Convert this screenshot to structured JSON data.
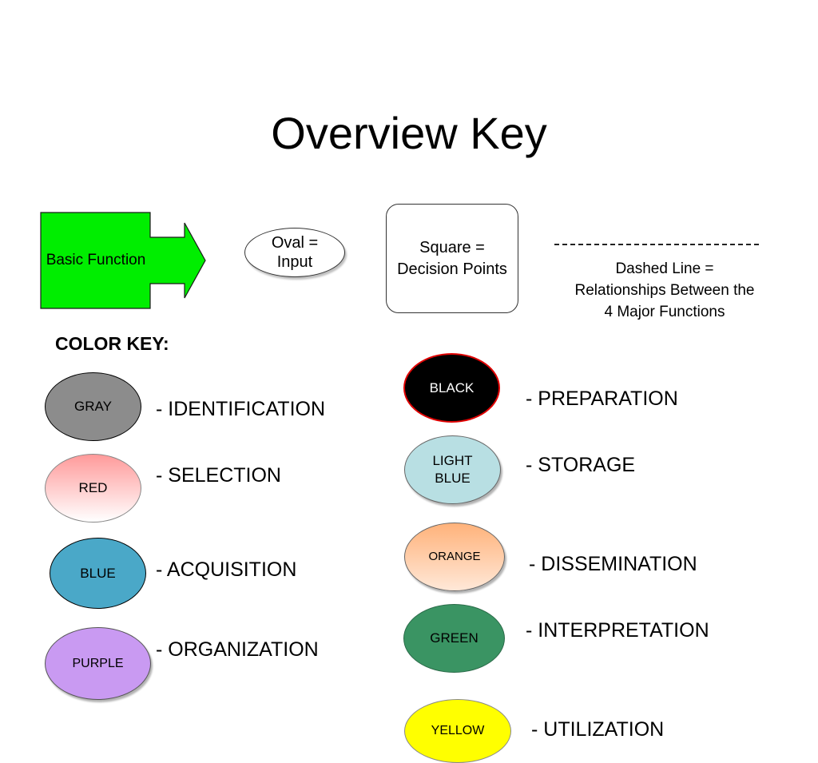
{
  "title": "Overview Key",
  "shape_key": {
    "arrow": {
      "label": "Basic Function",
      "color": "#00ee00"
    },
    "oval": {
      "label": "Oval =\nInput"
    },
    "square": {
      "label": "Square =\nDecision Points"
    },
    "dashed": {
      "label": "Dashed Line =\nRelationships Between the\n4 Major Functions"
    }
  },
  "color_key": {
    "heading": "COLOR KEY:",
    "left": [
      {
        "oval_label": "GRAY",
        "function": "- IDENTIFICATION",
        "fill": "#8c8c8c"
      },
      {
        "oval_label": "RED",
        "function": "- SELECTION",
        "fill_top": "#ff9a9a",
        "fill_bottom": "#ffffff"
      },
      {
        "oval_label": "BLUE",
        "function": "- ACQUISITION",
        "fill": "#4aa8c8"
      },
      {
        "oval_label": "PURPLE",
        "function": "- ORGANIZATION",
        "fill": "#c99af2"
      }
    ],
    "right": [
      {
        "oval_label": "BLACK",
        "function": "- PREPARATION",
        "fill": "#000000",
        "border": "#e00000"
      },
      {
        "oval_label": "LIGHT\nBLUE",
        "function": "- STORAGE",
        "fill": "#b8dfe3"
      },
      {
        "oval_label": "ORANGE",
        "function": "- DISSEMINATION",
        "fill_top": "#ffb27a",
        "fill_bottom": "#ffe8d8"
      },
      {
        "oval_label": "GREEN",
        "function": "- INTERPRETATION",
        "fill": "#3a9463"
      },
      {
        "oval_label": "YELLOW",
        "function": "- UTILIZATION",
        "fill": "#ffff00"
      }
    ]
  }
}
